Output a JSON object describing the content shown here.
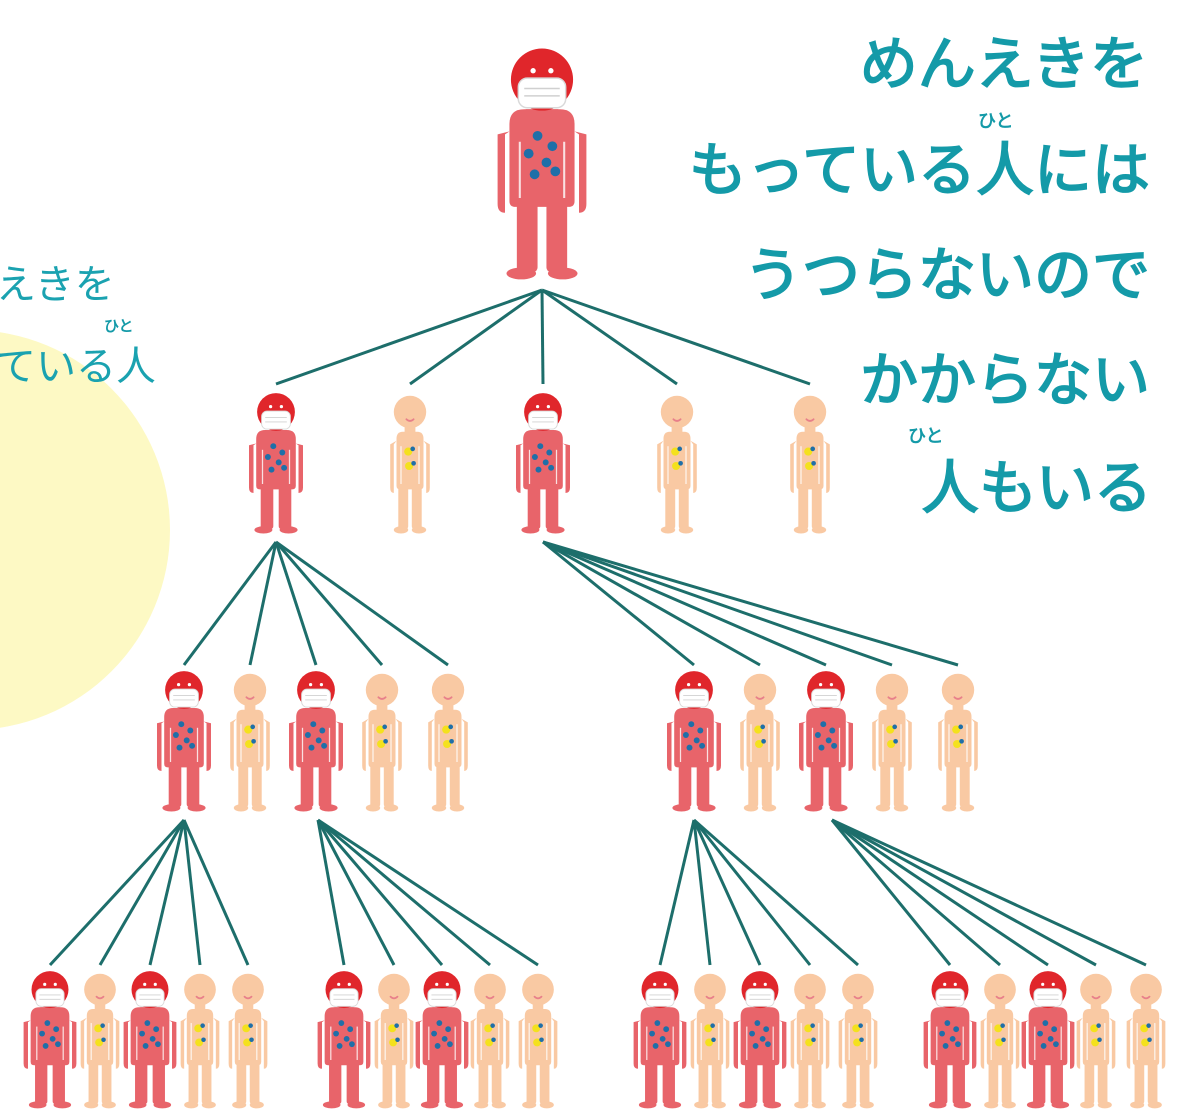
{
  "colors": {
    "infected": "#e8646a",
    "infected_head": "#e0262b",
    "healthy": "#f9c9a3",
    "teal": "#149aa8",
    "line": "#1d6e6b",
    "virus": "#1f6fa8",
    "antibody": "#f4e11d",
    "circle": "#fdf9c4"
  },
  "main_text": {
    "line1": "めんえきを",
    "line2": "もっている人には",
    "line2_ruby": "ひと",
    "line3": "うつらないので",
    "line4": "かからない",
    "line5": "人もいる",
    "line5_ruby": "ひと"
  },
  "side_text": {
    "line1": "えきを",
    "line2": "ている人",
    "line2_ruby": "ひと"
  },
  "tree": {
    "root": "infected",
    "level1": [
      "infected",
      "immune",
      "infected",
      "immune",
      "immune"
    ],
    "level2_groups": [
      [
        "infected",
        "immune",
        "infected",
        "immune",
        "immune"
      ],
      [
        "infected",
        "immune",
        "infected",
        "immune",
        "immune"
      ]
    ],
    "level3_groups": [
      [
        "infected",
        "immune",
        "infected",
        "immune",
        "immune"
      ],
      [
        "infected",
        "immune",
        "infected",
        "immune",
        "immune"
      ],
      [
        "infected",
        "immune",
        "infected",
        "immune",
        "immune"
      ],
      [
        "infected",
        "immune",
        "infected",
        "immune",
        "immune"
      ]
    ]
  }
}
